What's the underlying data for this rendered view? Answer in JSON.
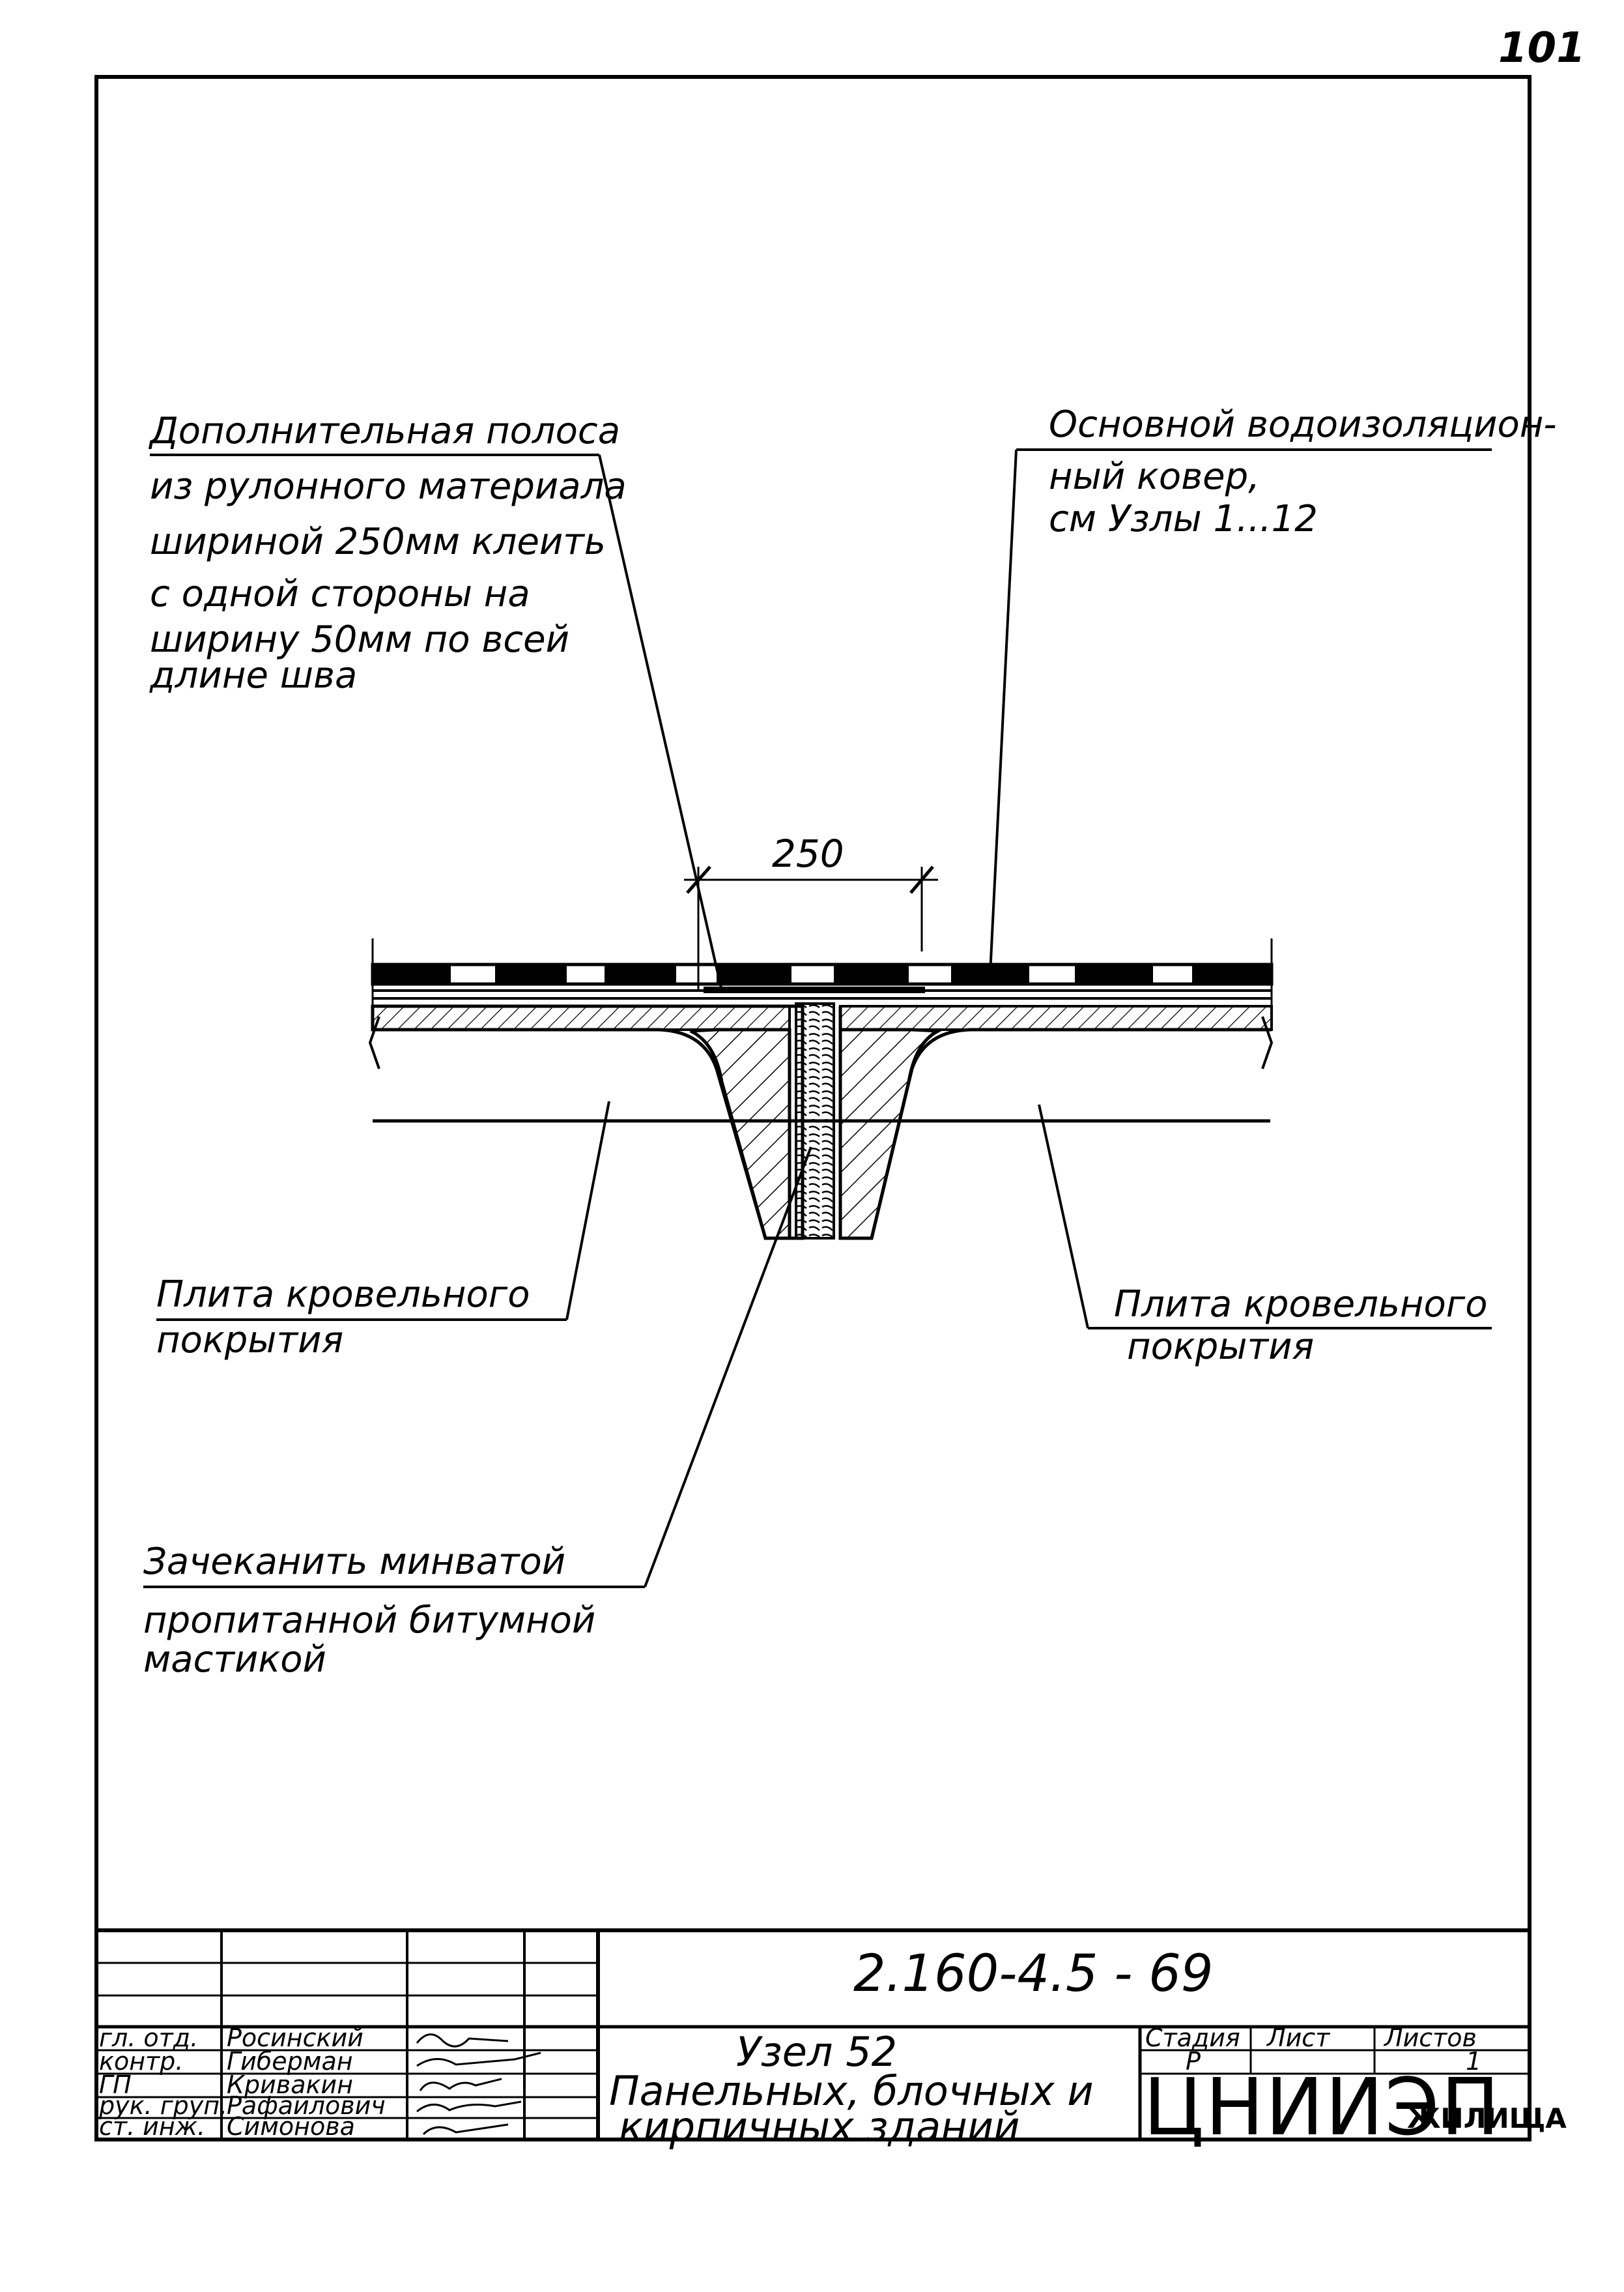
{
  "page_number": "101",
  "labels": {
    "strip_note": [
      "Дополнительная полоса",
      "из рулонного материала",
      "шириной 250мм клеить",
      "с одной стороны на",
      "ширину 50мм по всей",
      "длине шва"
    ],
    "carpet_note": [
      "Основной водоизоляцион-",
      "ный ковер,",
      "см  Узлы 1...12"
    ],
    "slab_left": [
      "Плита кровельного",
      "покрытия"
    ],
    "slab_right": [
      "Плита кровельного",
      "покрытия"
    ],
    "caulk_note": [
      "Зачеканить минватой",
      "пропитанной битумной",
      "мастикой"
    ]
  },
  "dimension": "250",
  "title_block": {
    "code": "2.160-4.5  - 69",
    "roles": [
      "гл. отд.",
      "контр.",
      "ГП",
      "рук. груп.",
      "ст. инж."
    ],
    "names": [
      "Росинский",
      "Гиберман",
      "Кривакин",
      "Рафаилович",
      "Симонова"
    ],
    "title_line1": "Узел  52",
    "title_line2": "Панельных, блочных и",
    "title_line3": "кирпичных  зданий",
    "stage_header": "Стадия",
    "sheet_header": "Лист",
    "sheets_header": "Листов",
    "stage_value": "Р",
    "sheet_value": "",
    "sheets_value": "1",
    "org_main": "ЦНИИЭП",
    "org_sub": "ЖИЛИЩА"
  }
}
